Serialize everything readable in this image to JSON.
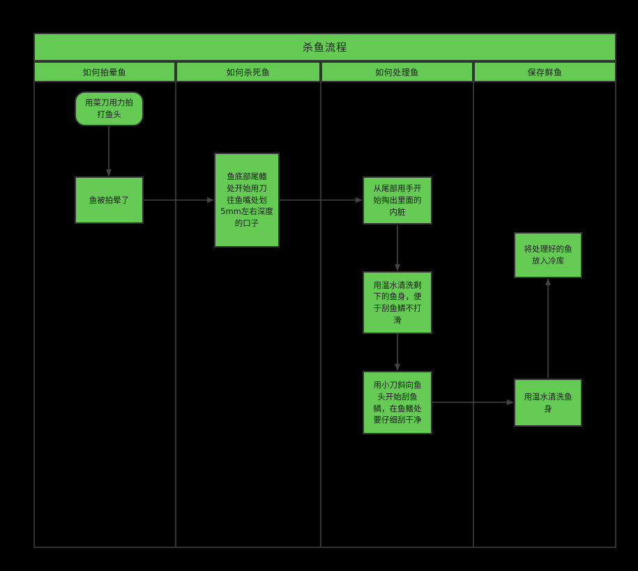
{
  "diagram": {
    "title": "杀鱼流程",
    "background_color": "#000000",
    "node_fill": "#66CB55",
    "node_stroke": "#333333",
    "text_color": "#1a1a1a",
    "lanes": [
      {
        "id": "lane-1",
        "label": "如何拍晕鱼"
      },
      {
        "id": "lane-2",
        "label": "如何杀死鱼"
      },
      {
        "id": "lane-3",
        "label": "如何处理鱼"
      },
      {
        "id": "lane-4",
        "label": "保存鲜鱼"
      }
    ],
    "nodes": [
      {
        "id": "n1",
        "lane": "lane-1",
        "shape": "rounded-rect",
        "text": "用菜刀用力拍\n打鱼头"
      },
      {
        "id": "n2",
        "lane": "lane-1",
        "shape": "rect",
        "text": "鱼被拍晕了"
      },
      {
        "id": "n3",
        "lane": "lane-2",
        "shape": "rect",
        "text": "鱼底部尾鳍\n处开始用刀\n往鱼嘴处划\n5mm左右深度\n的口子"
      },
      {
        "id": "n4",
        "lane": "lane-3",
        "shape": "rect",
        "text": "从尾部用手开\n始掏出里面的\n内脏"
      },
      {
        "id": "n5",
        "lane": "lane-3",
        "shape": "rect",
        "text": "用温水清洗剩\n下的鱼身，便\n于刮鱼鳞不打\n滑"
      },
      {
        "id": "n6",
        "lane": "lane-3",
        "shape": "rect",
        "text": "用小刀斜向鱼\n头开始刮鱼\n鳞，在鱼鳍处\n要仔细刮干净"
      },
      {
        "id": "n7",
        "lane": "lane-4",
        "shape": "rect",
        "text": "将处理好的鱼\n放入冷库"
      },
      {
        "id": "n8",
        "lane": "lane-4",
        "shape": "rect",
        "text": "用温水清洗鱼\n身"
      }
    ],
    "edges": [
      {
        "from": "n1",
        "to": "n2",
        "direction": "down"
      },
      {
        "from": "n2",
        "to": "n3",
        "direction": "right"
      },
      {
        "from": "n3",
        "to": "n4",
        "direction": "right"
      },
      {
        "from": "n4",
        "to": "n5",
        "direction": "down"
      },
      {
        "from": "n5",
        "to": "n6",
        "direction": "down"
      },
      {
        "from": "n6",
        "to": "n8",
        "direction": "right"
      },
      {
        "from": "n8",
        "to": "n7",
        "direction": "up"
      }
    ]
  }
}
